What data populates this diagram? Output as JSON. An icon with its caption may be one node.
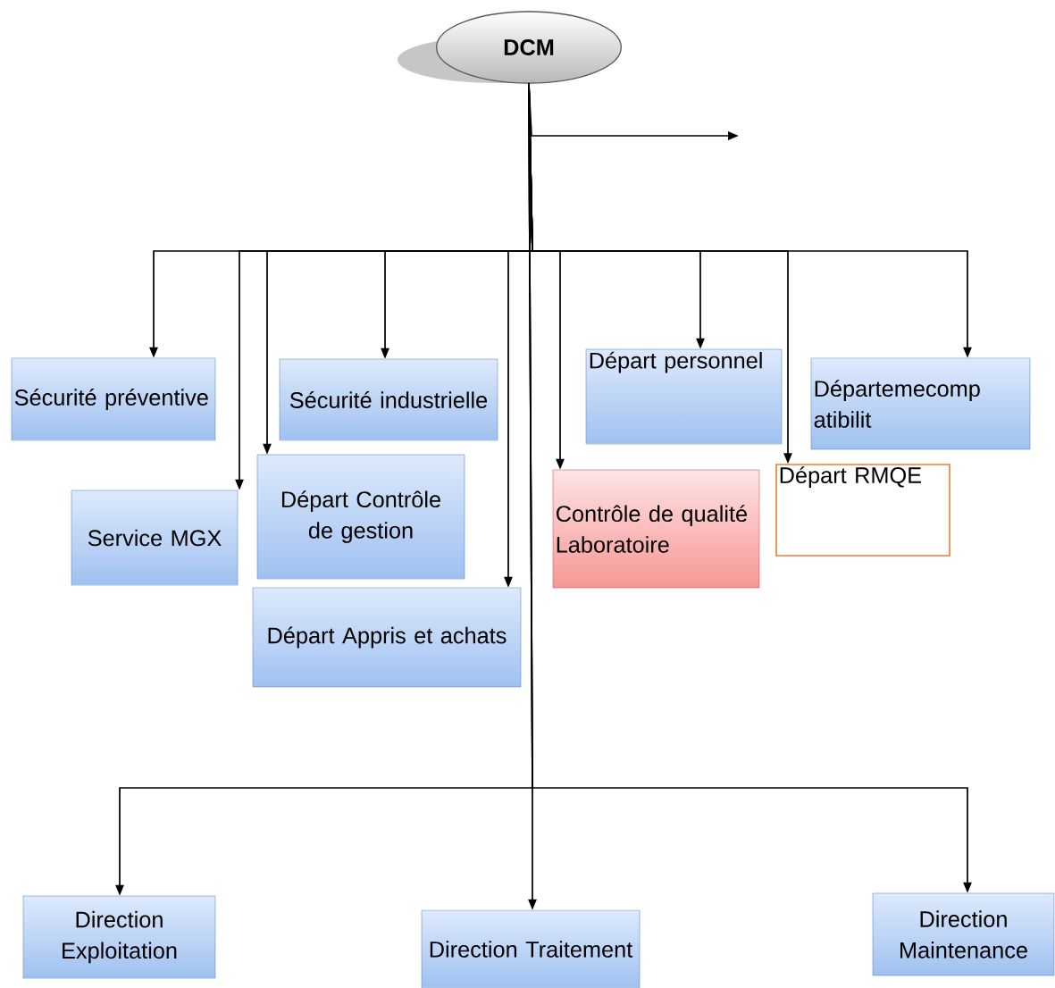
{
  "diagram": {
    "nodes": [
      {
        "text": [
          "DCM"
        ]
      },
      {
        "text": [
          "Sécurité préventive"
        ]
      },
      {
        "text": [
          "Service MGX"
        ]
      },
      {
        "text": [
          "Sécurité industrielle"
        ]
      },
      {
        "text": [
          "Départ Contrôle de gestion"
        ]
      },
      {
        "text": [
          "Départ Appris et achats"
        ]
      },
      {
        "text": [
          "Contrôle de qualité Laboratoire"
        ]
      },
      {
        "text": [
          "Départ personnel"
        ]
      },
      {
        "text": [
          "Départ RMQE"
        ]
      },
      {
        "text": [
          "Départemecomp atibilit"
        ]
      },
      {
        "text": [
          "Direction Exploitation"
        ]
      },
      {
        "text": [
          "Direction Traitement"
        ]
      },
      {
        "text": [
          "Direction Maintenance"
        ]
      }
    ],
    "edges": [
      {
        "from": 0,
        "to": null,
        "arrow": "to"
      },
      {
        "from": 0,
        "to": 1,
        "arrow": "to"
      },
      {
        "from": 0,
        "to": 2,
        "arrow": "to"
      },
      {
        "from": 0,
        "to": 3,
        "arrow": "to"
      },
      {
        "from": 0,
        "to": 4,
        "arrow": "to"
      },
      {
        "from": 0,
        "to": 5,
        "arrow": "to"
      },
      {
        "from": 0,
        "to": 6,
        "arrow": "to"
      },
      {
        "from": 0,
        "to": 7,
        "arrow": "to"
      },
      {
        "from": 0,
        "to": 8,
        "arrow": "to"
      },
      {
        "from": 0,
        "to": 9,
        "arrow": "to"
      },
      {
        "from": 0,
        "to": 10,
        "arrow": "to"
      },
      {
        "from": 0,
        "to": 11,
        "arrow": "to"
      },
      {
        "from": 0,
        "to": 12,
        "arrow": "to"
      }
    ]
  }
}
